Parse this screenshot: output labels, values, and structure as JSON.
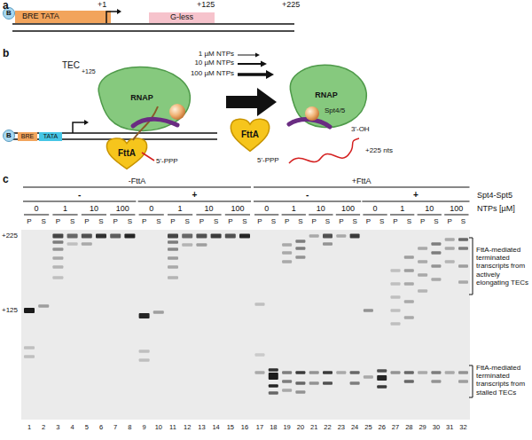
{
  "diagram": {
    "nodes": [
      {
        "text": [
          "B"
        ]
      },
      {
        "text": [
          "BRE TATA"
        ]
      },
      {
        "text": [
          "G-less"
        ]
      },
      {
        "text": [
          "B"
        ]
      },
      {
        "text": [
          "BRE"
        ]
      },
      {
        "text": [
          "TATA"
        ]
      },
      {
        "text": [
          "RNAP"
        ]
      },
      {
        "text": [
          "FttA"
        ]
      },
      {
        "text": [
          "RNAP"
        ]
      },
      {
        "text": [
          "FttA"
        ]
      }
    ],
    "labels": [
      "a",
      "+1",
      "+125",
      "+225",
      "b",
      "TEC",
      "+125",
      "1 µM NTPs",
      "10 µM NTPs",
      "100 µM NTPs",
      "5'-PPP",
      "Spt4/5",
      "3'-OH",
      "5'-PPP",
      "+225 nts",
      "c",
      "-FttA",
      "+FttA",
      "-",
      "+",
      "-",
      "+",
      "Spt4-Spt5",
      "NTPs [µM]",
      "0",
      "1",
      "10",
      "100",
      "0",
      "1",
      "10",
      "100",
      "0",
      "1",
      "10",
      "100",
      "0",
      "1",
      "10",
      "100",
      "P",
      "S",
      "P",
      "S",
      "P",
      "S",
      "P",
      "S",
      "P",
      "S",
      "P",
      "S",
      "P",
      "S",
      "P",
      "S",
      "P",
      "S",
      "P",
      "S",
      "P",
      "S",
      "P",
      "S",
      "P",
      "S",
      "P",
      "S",
      "P",
      "S",
      "P",
      "S",
      "+225",
      "+125",
      "FttA-mediated terminated transcripts from actively elongating TECs",
      "FttA-mediated terminated transcripts from stalled TECs",
      "1",
      "2",
      "3",
      "4",
      "5",
      "6",
      "7",
      "8",
      "9",
      "10",
      "11",
      "12",
      "13",
      "14",
      "15",
      "16",
      "17",
      "18",
      "19",
      "20",
      "21",
      "22",
      "23",
      "24",
      "25",
      "26",
      "27",
      "28",
      "29",
      "30",
      "31",
      "32"
    ]
  }
}
